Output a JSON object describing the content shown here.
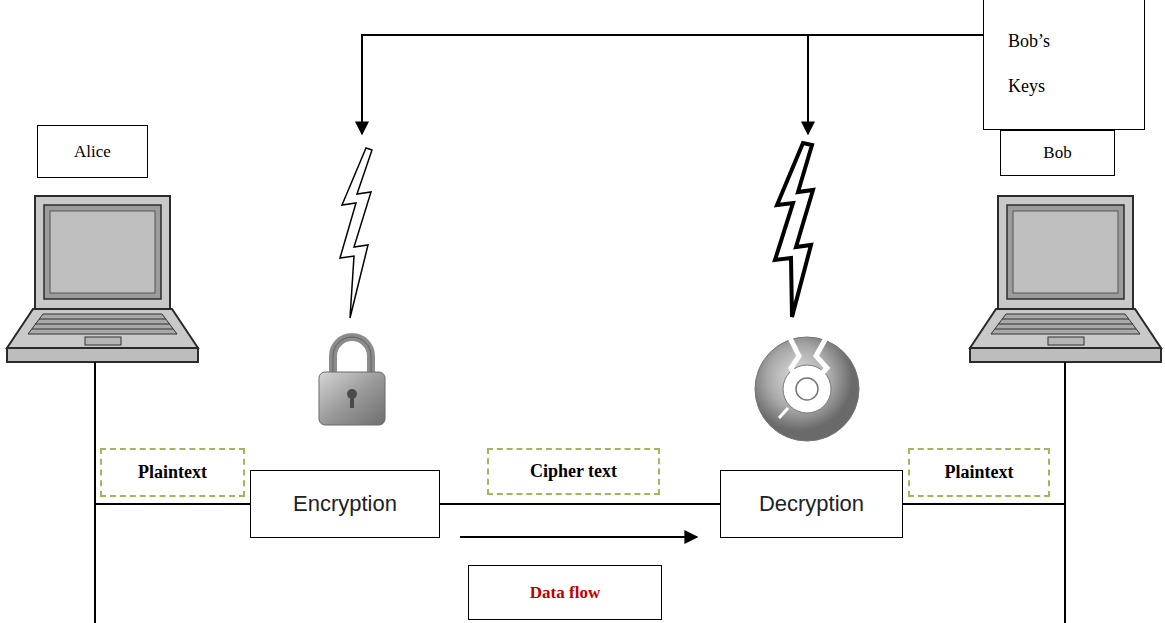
{
  "diagram": {
    "nodes": [
      {
        "text": [
          "Alice"
        ]
      },
      {
        "text": [
          "Bob’s Keys"
        ]
      },
      {
        "text": [
          "Bob"
        ]
      },
      {
        "text": [
          "Plaintext"
        ]
      },
      {
        "text": [
          "Encryption"
        ]
      },
      {
        "text": [
          "Cipher text"
        ]
      },
      {
        "text": [
          "Decryption"
        ]
      },
      {
        "text": [
          "Plaintext"
        ]
      },
      {
        "text": [
          "Data flow"
        ]
      }
    ],
    "edges": [
      {
        "from": 4,
        "to": 6,
        "arrow": "none"
      }
    ]
  }
}
